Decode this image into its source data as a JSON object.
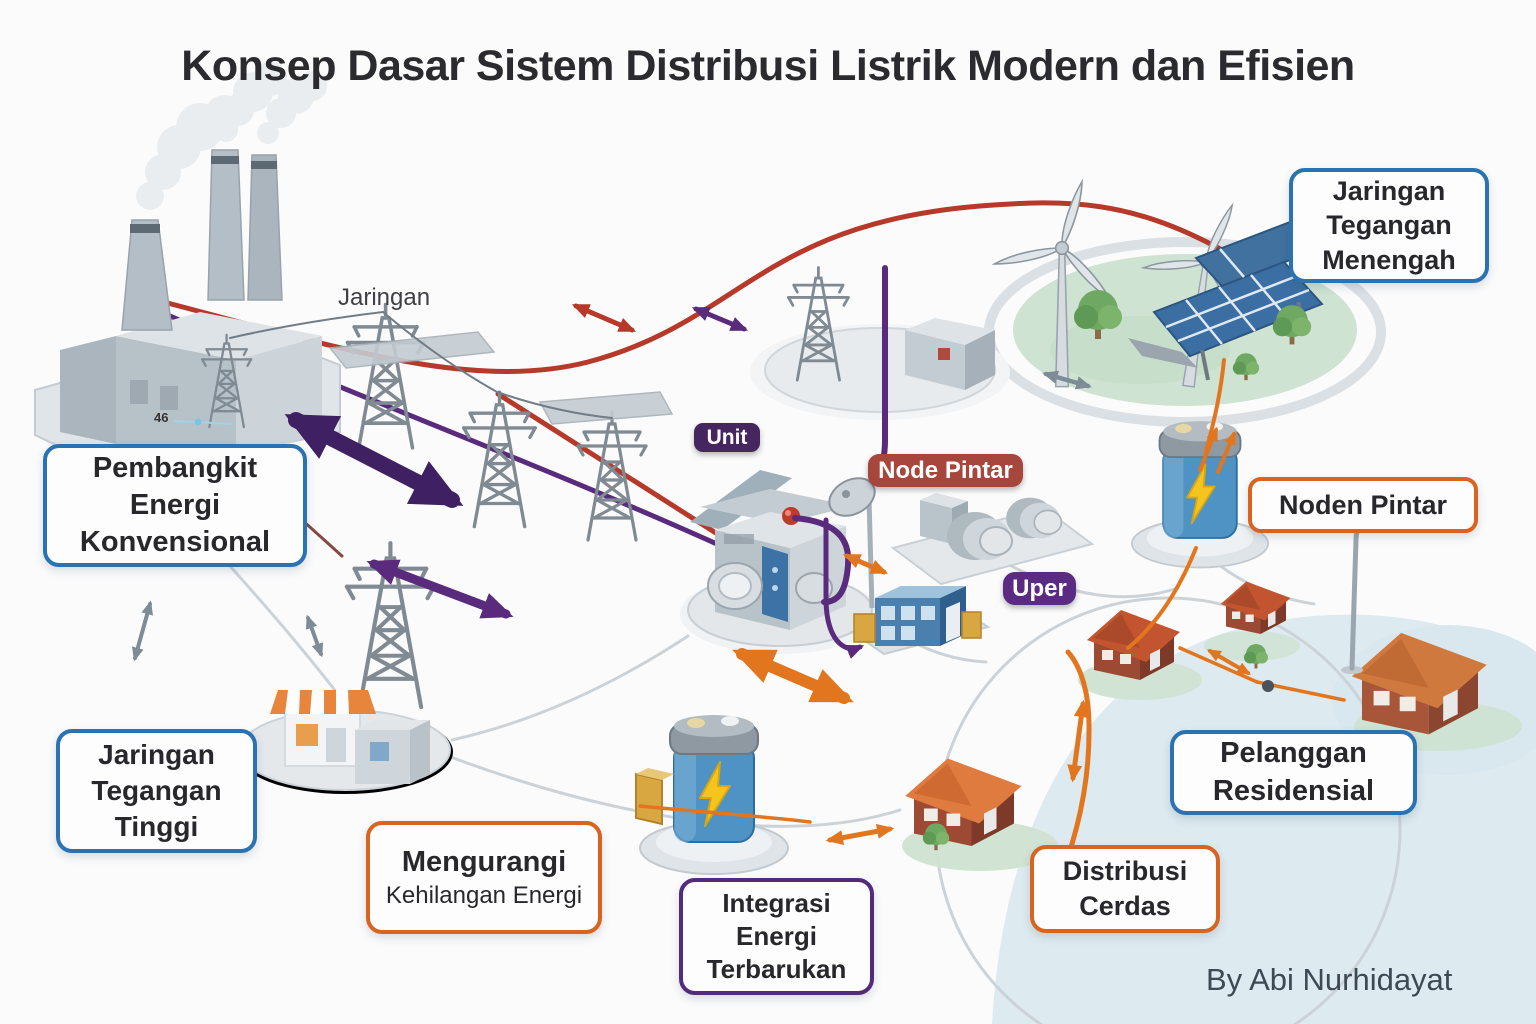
{
  "title": "Konsep Dasar Sistem Distribusi Listrik Modern dan Efisien",
  "credit": "By Abi Nurhidayat",
  "annotations": {
    "jaringan": "Jaringan",
    "marker46": "46"
  },
  "badges": {
    "unit": "Unit",
    "node_pintar": "Node Pintar",
    "uper": "Uper"
  },
  "callouts": {
    "pembangkit": "Pembangkit\nEnergi\nKonvensional",
    "jaringan_tegangan_menengah": "Jaringan\nTegangan\nMenengah",
    "jaringan_tegangan_tinggi": "Jaringan\nTegangan\nTinggi",
    "noden_pintar": "Noden Pintar",
    "mengurangi": {
      "line1": "Mengurangi",
      "line2": "Kehilangan Energi"
    },
    "integrasi": "Integrasi\nEnergi\nTerbarukan",
    "distribusi_cerdas": "Distribusi\nCerdas",
    "pelanggan_residensial": "Pelanggan\nResidensial"
  },
  "scene_elements": [
    "power-plant",
    "smoke-plume",
    "transmission-tower",
    "power-line-red",
    "power-line-purple",
    "wind-turbine",
    "solar-panel-array",
    "green-island",
    "tree",
    "substation-transformer",
    "satellite-dish",
    "transformer-bank",
    "battery-storage",
    "commercial-building",
    "retail-store",
    "residential-house",
    "street-lamp",
    "water-region",
    "road-ring",
    "double-arrow"
  ],
  "colors": {
    "calloutBlue": "#2a72b2",
    "calloutOrange": "#d8641f",
    "calloutPurple": "#532a7c",
    "badgePurpleDark": "#46265f",
    "badgeRed": "#a6463d",
    "badgeUper": "#5b2b84",
    "lineRed": "#b6392a",
    "linePurple": "#5a2b7d",
    "lineDeepPurple": "#3f2063",
    "lineOrange": "#e2761f",
    "arrowGray": "#7d8c96",
    "island": "#cfe3d2",
    "water": "#d9e8ee",
    "batteryBlue": "#4f93c4",
    "boltYellow": "#f6c51d",
    "steelGray": "#b9c3ca"
  }
}
